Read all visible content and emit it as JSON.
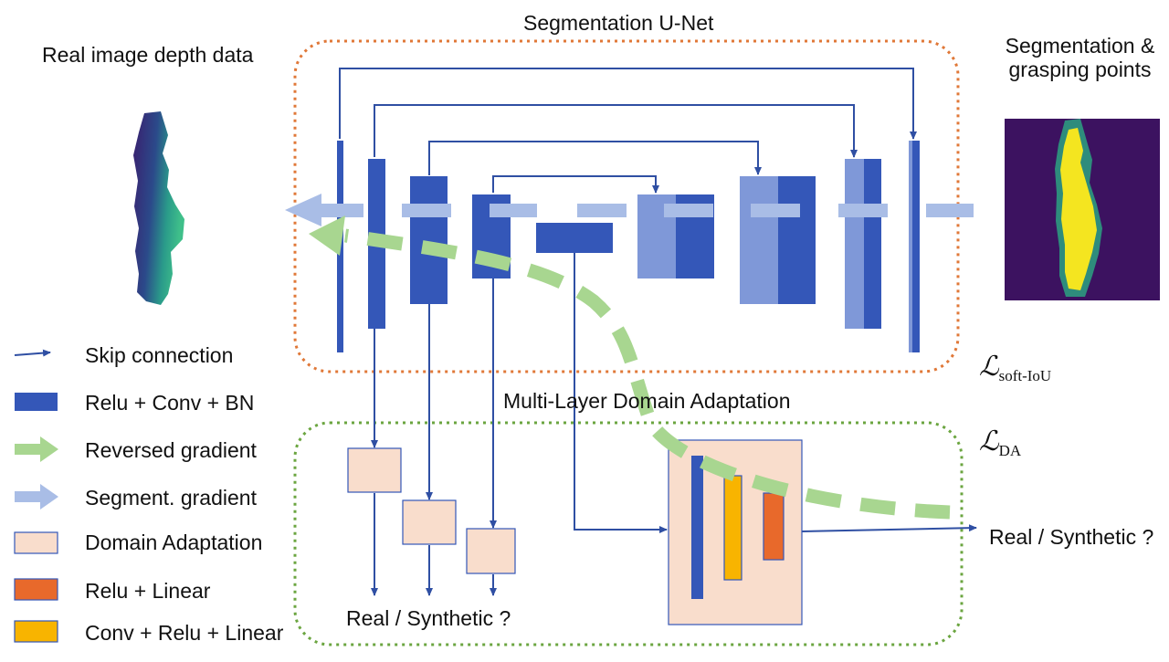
{
  "titles": {
    "unet": "Segmentation U-Net",
    "input": "Real image depth data",
    "output": "Segmentation &\ngrasping points",
    "da": "Multi-Layer Domain Adaptation"
  },
  "losses": {
    "seg_symbol": "ℒ",
    "seg_sub": "soft-IoU",
    "da_symbol": "ℒ",
    "da_sub": "DA"
  },
  "outputs": {
    "small": "Real / Synthetic ?",
    "large": "Real / Synthetic ?"
  },
  "legend": [
    {
      "label": "Skip connection",
      "kind": "skip-arrow"
    },
    {
      "label": "Relu + Conv + BN",
      "kind": "conv-block"
    },
    {
      "label": "Reversed gradient",
      "kind": "reversed-gradient-arrow"
    },
    {
      "label": "Segment. gradient",
      "kind": "segment-gradient-arrow"
    },
    {
      "label": "Domain Adaptation",
      "kind": "domain-adaptation-block"
    },
    {
      "label": "Relu + Linear",
      "kind": "relu-linear-block"
    },
    {
      "label": "Conv + Relu + Linear",
      "kind": "conv-relu-linear-block"
    }
  ],
  "colors": {
    "conv_block": "#3457b8",
    "conv_block_light": "#7f98d8",
    "skip_arrow": "#2f4fa3",
    "reversed_gradient": "#a8d690",
    "segment_gradient": "#a9bde6",
    "domain_adaptation": "#f9ddcc",
    "relu_linear": "#e8692b",
    "conv_relu_linear": "#f8b400",
    "unet_border": "#e07838",
    "da_border": "#6ba540",
    "mask_background": "#3c1260",
    "mask_foreground": "#f4e520",
    "mask_edge": "#2e8c7c"
  }
}
